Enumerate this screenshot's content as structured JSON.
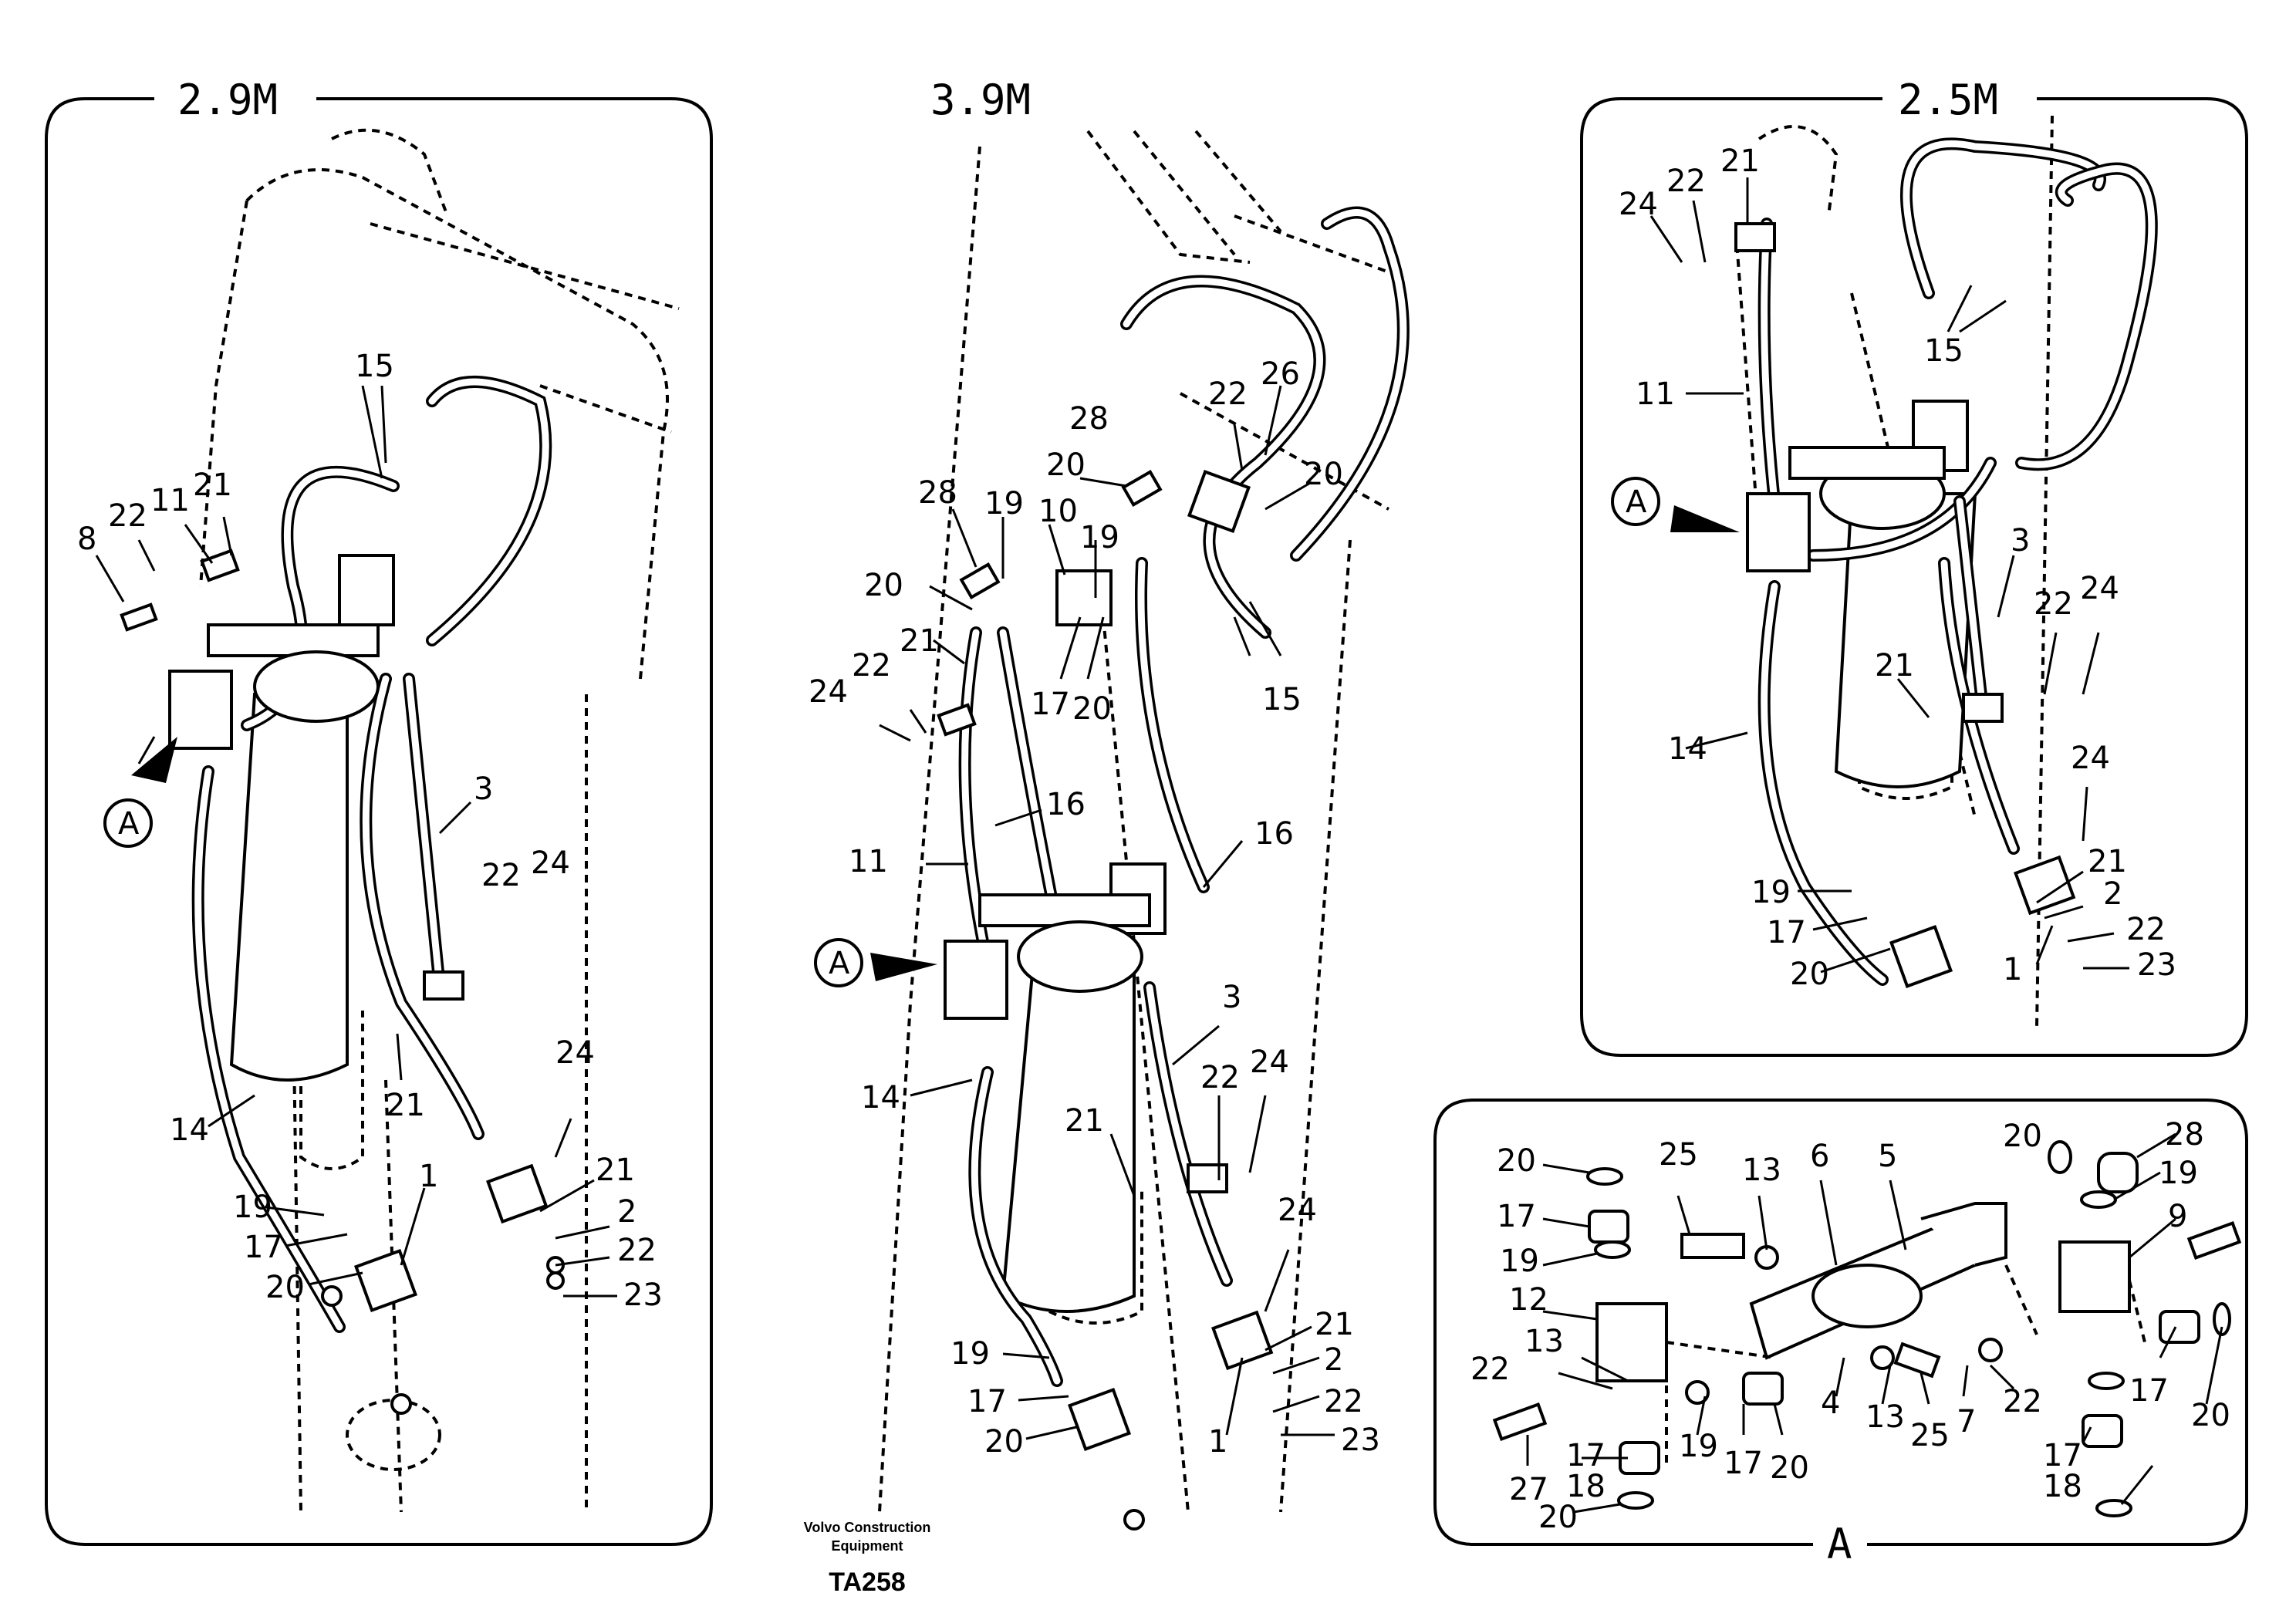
{
  "panels": {
    "left": {
      "title": "2.9M"
    },
    "middle": {
      "title": "3.9M"
    },
    "top_right": {
      "title": "2.5M"
    },
    "detail": {
      "title": "A"
    }
  },
  "callouts": {
    "left": [
      "15",
      "22",
      "11",
      "21",
      "8",
      "A",
      "3",
      "22",
      "24",
      "14",
      "21",
      "24",
      "19",
      "1",
      "21",
      "17",
      "2",
      "20",
      "22",
      "23"
    ],
    "middle": [
      "28",
      "19",
      "10",
      "20",
      "19",
      "22",
      "26",
      "28",
      "20",
      "20",
      "21",
      "17",
      "20",
      "15",
      "24",
      "22",
      "16",
      "11",
      "16",
      "A",
      "3",
      "14",
      "22",
      "24",
      "21",
      "24",
      "19",
      "21",
      "17",
      "2",
      "20",
      "22",
      "1",
      "23"
    ],
    "top_right": [
      "24",
      "22",
      "21",
      "15",
      "11",
      "A",
      "3",
      "22",
      "24",
      "21",
      "14",
      "24",
      "19",
      "21",
      "17",
      "2",
      "20",
      "22",
      "1",
      "23"
    ],
    "detail": [
      "20",
      "25",
      "13",
      "6",
      "5",
      "20",
      "28",
      "17",
      "19",
      "9",
      "19",
      "12",
      "13",
      "22",
      "4",
      "13",
      "25",
      "7",
      "22",
      "17",
      "19",
      "17",
      "20",
      "20",
      "27",
      "17",
      "18",
      "20",
      "17",
      "18"
    ]
  },
  "footer": {
    "company_line1": "Volvo Construction",
    "company_line2": "Equipment",
    "code": "TA258"
  }
}
